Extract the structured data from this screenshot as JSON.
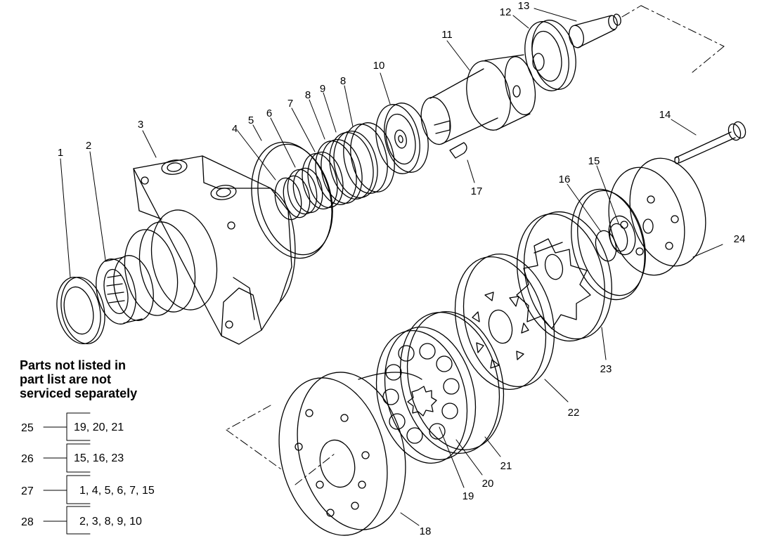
{
  "callouts": [
    "1",
    "2",
    "3",
    "4",
    "5",
    "6",
    "7",
    "8",
    "9",
    "8",
    "10",
    "11",
    "12",
    "13",
    "14",
    "15",
    "16",
    "17",
    "18",
    "19",
    "20",
    "21",
    "22",
    "23",
    "24"
  ],
  "note": {
    "line1": "Parts not listed in",
    "line2": "part list are not",
    "line3": "serviced separately"
  },
  "kits": [
    {
      "number": "25",
      "parts": "19, 20, 21"
    },
    {
      "number": "26",
      "parts": "15, 16, 23"
    },
    {
      "number": "27",
      "parts": "1, 4, 5, 6, 7, 15"
    },
    {
      "number": "28",
      "parts": "2, 3, 8, 9, 10"
    }
  ]
}
